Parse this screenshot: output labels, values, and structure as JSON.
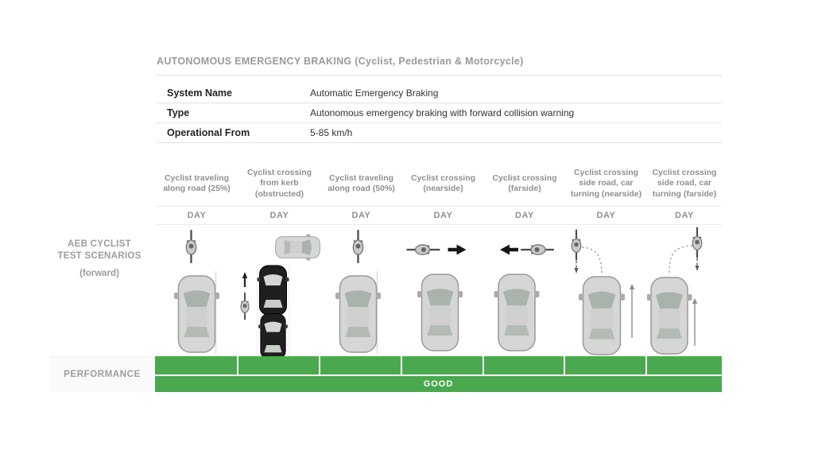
{
  "title": "AUTONOMOUS EMERGENCY BRAKING (Cyclist, Pedestrian & Motorcycle)",
  "info_table": {
    "rows": [
      {
        "label": "System Name",
        "value": "Automatic Emergency Braking"
      },
      {
        "label": "Type",
        "value": "Autonomous emergency braking with forward collision warning"
      },
      {
        "label": "Operational From",
        "value": "5-85 km/h"
      }
    ]
  },
  "section": {
    "title": "AEB CYCLIST\nTEST SCENARIOS",
    "subtitle": "(forward)"
  },
  "scenarios": [
    {
      "label": "Cyclist traveling along road (25%)",
      "time": "DAY",
      "diagram": "cyclist-along-road-25"
    },
    {
      "label": "Cyclist crossing from kerb (obstructed)",
      "time": "DAY",
      "diagram": "crossing-from-kerb-obstructed"
    },
    {
      "label": "Cyclist traveling along road (50%)",
      "time": "DAY",
      "diagram": "cyclist-along-road-50"
    },
    {
      "label": "Cyclist crossing (nearside)",
      "time": "DAY",
      "diagram": "crossing-nearside"
    },
    {
      "label": "Cyclist crossing (farside)",
      "time": "DAY",
      "diagram": "crossing-farside"
    },
    {
      "label": "Cyclist crossing side road, car turning (nearside)",
      "time": "DAY",
      "diagram": "side-road-car-turning-nearside"
    },
    {
      "label": "Cyclist crossing side road, car turning (farside)",
      "time": "DAY",
      "diagram": "side-road-car-turning-farside"
    }
  ],
  "performance": {
    "label": "PERFORMANCE",
    "rating": "GOOD",
    "cell_ratings": [
      "GOOD",
      "GOOD",
      "GOOD",
      "GOOD",
      "GOOD",
      "GOOD",
      "GOOD"
    ],
    "good_color": "#4aa94e"
  }
}
